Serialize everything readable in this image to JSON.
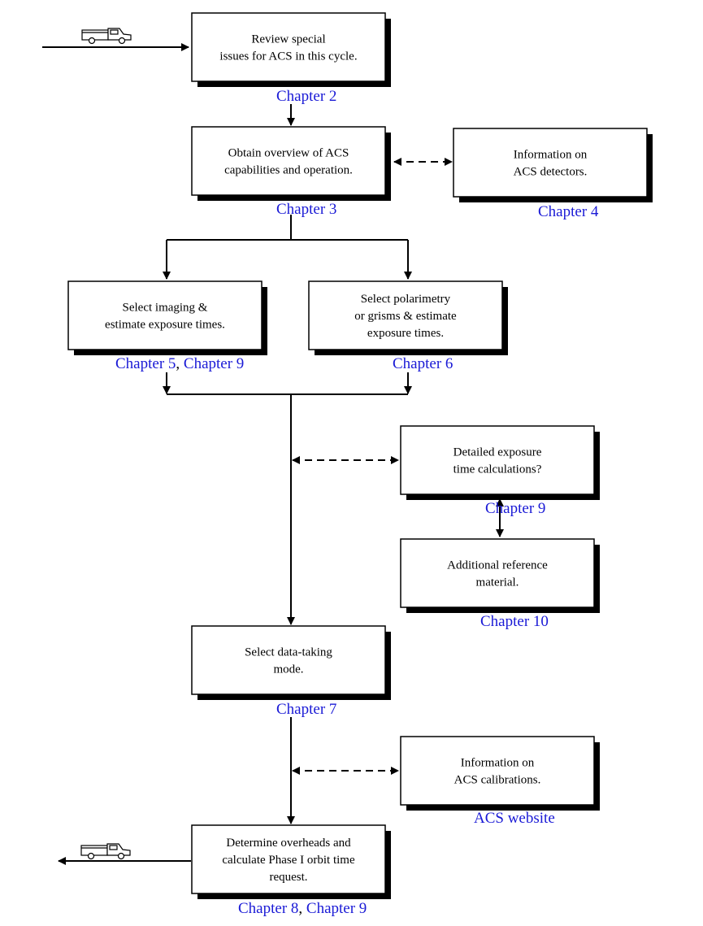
{
  "boxes": {
    "review": {
      "lines": [
        "Review special",
        "issues for ACS in this cycle."
      ]
    },
    "overview": {
      "lines": [
        "Obtain overview of ACS",
        "capabilities and operation."
      ]
    },
    "detectors": {
      "lines": [
        "Information on",
        "ACS detectors."
      ]
    },
    "imaging": {
      "lines": [
        "Select imaging &",
        "estimate exposure times."
      ]
    },
    "polarimetry": {
      "lines": [
        "Select polarimetry",
        "or grisms & estimate",
        "exposure times."
      ]
    },
    "exposure_calc": {
      "lines": [
        "Detailed exposure",
        "time calculations?"
      ]
    },
    "reference": {
      "lines": [
        "Additional reference",
        "material."
      ]
    },
    "data_mode": {
      "lines": [
        "Select data-taking",
        "mode."
      ]
    },
    "calibrations": {
      "lines": [
        "Information on",
        "ACS calibrations."
      ]
    },
    "overheads": {
      "lines": [
        "Determine overheads and",
        "calculate Phase I orbit time",
        "request."
      ]
    }
  },
  "links": {
    "review": [
      "Chapter 2"
    ],
    "overview": [
      "Chapter 3"
    ],
    "detectors": [
      "Chapter 4"
    ],
    "imaging": [
      "Chapter 5",
      "Chapter 9"
    ],
    "polarimetry": [
      "Chapter 6"
    ],
    "exposure_calc": [
      "Chapter 9"
    ],
    "reference": [
      "Chapter 10"
    ],
    "data_mode": [
      "Chapter 7"
    ],
    "calibrations": [
      "ACS website"
    ],
    "overheads": [
      "Chapter 8",
      "Chapter 9"
    ]
  },
  "separator": ", ",
  "colors": {
    "link": "#1a1ad6",
    "stroke": "#000000",
    "shadow": "#000000"
  },
  "icons": {
    "start": "truck-icon",
    "end": "truck-icon"
  }
}
